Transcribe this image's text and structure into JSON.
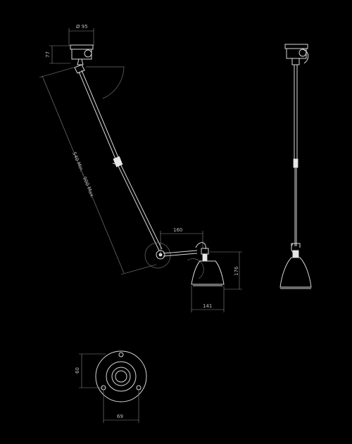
{
  "labels": {
    "ceiling_diameter": "Ø 95",
    "ceiling_height": "77",
    "arm_length": "540 Min. – 900 Max.",
    "elbow_width": "160",
    "shade_height": "176",
    "shade_width": "141",
    "base_height": "60",
    "base_width": "69"
  },
  "colors": {
    "background": "#000000",
    "line": "#d8d8d8",
    "dimension": "#8a8a8a"
  }
}
